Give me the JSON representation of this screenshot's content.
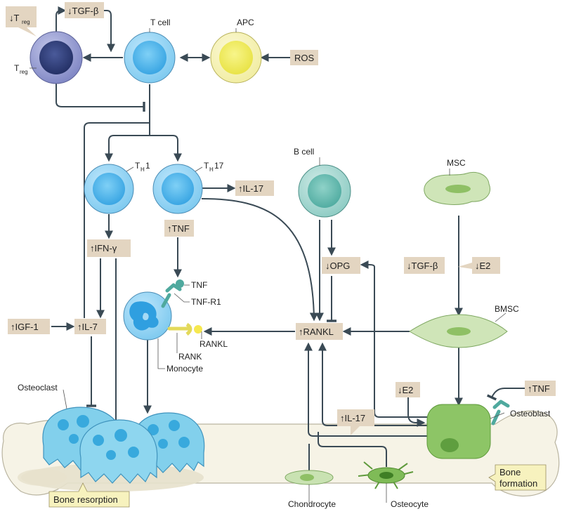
{
  "cells": {
    "treg": "T",
    "treg_sub": "reg",
    "t_cell": "T cell",
    "apc": "APC",
    "th1": "T",
    "th1_sub": "H",
    "th1_num": "1",
    "th17": "T",
    "th17_sub": "H",
    "th17_num": "17",
    "b_cell": "B cell",
    "msc": "MSC",
    "bmsc": "BMSC",
    "monocyte": "Monocyte",
    "osteoclast": "Osteoclast",
    "osteoblast": "Osteoblast",
    "chondrocyte": "Chondrocyte",
    "osteocyte": "Osteocyte"
  },
  "receptors": {
    "tnf": "TNF",
    "tnf_r1": "TNF-R1",
    "rank": "RANK",
    "rankl": "RANKL"
  },
  "factors": {
    "treg_down_a": "↓T",
    "treg_down_b": "reg",
    "tgfb_down_top": "↓TGF-β",
    "ros": "ROS",
    "il17_up_top": "↑IL-17",
    "tnf_up_th17": "↑TNF",
    "ifng_up": "↑IFN-γ",
    "igf1_up": "↑IGF-1",
    "il7_up": "↑IL-7",
    "opg_down": "↓OPG",
    "rankl_up": "↑RANKL",
    "tgfb_down_msc": "↓TGF-β",
    "e2_down_msc": "↓E2",
    "e2_down_ob": "↓E2",
    "tnf_up_ob": "↑TNF",
    "il17_up_bone": "↑IL-17"
  },
  "processes": {
    "bone_resorption": "Bone resorption",
    "bone_formation_1": "Bone",
    "bone_formation_2": "formation"
  },
  "colors": {
    "treg": "#3b4a86",
    "t_cell": "#5bb5e8",
    "apc": "#ece868",
    "b_cell": "#5fb3ac",
    "green_cell": "#a7cf85",
    "osteoblast": "#82b85a",
    "osteoclast": "#7fcde9",
    "factor_box": "#e3d5c1",
    "label_box": "#f7f2be",
    "arrow": "#3a4a55",
    "bone": "#f6f3e6"
  }
}
